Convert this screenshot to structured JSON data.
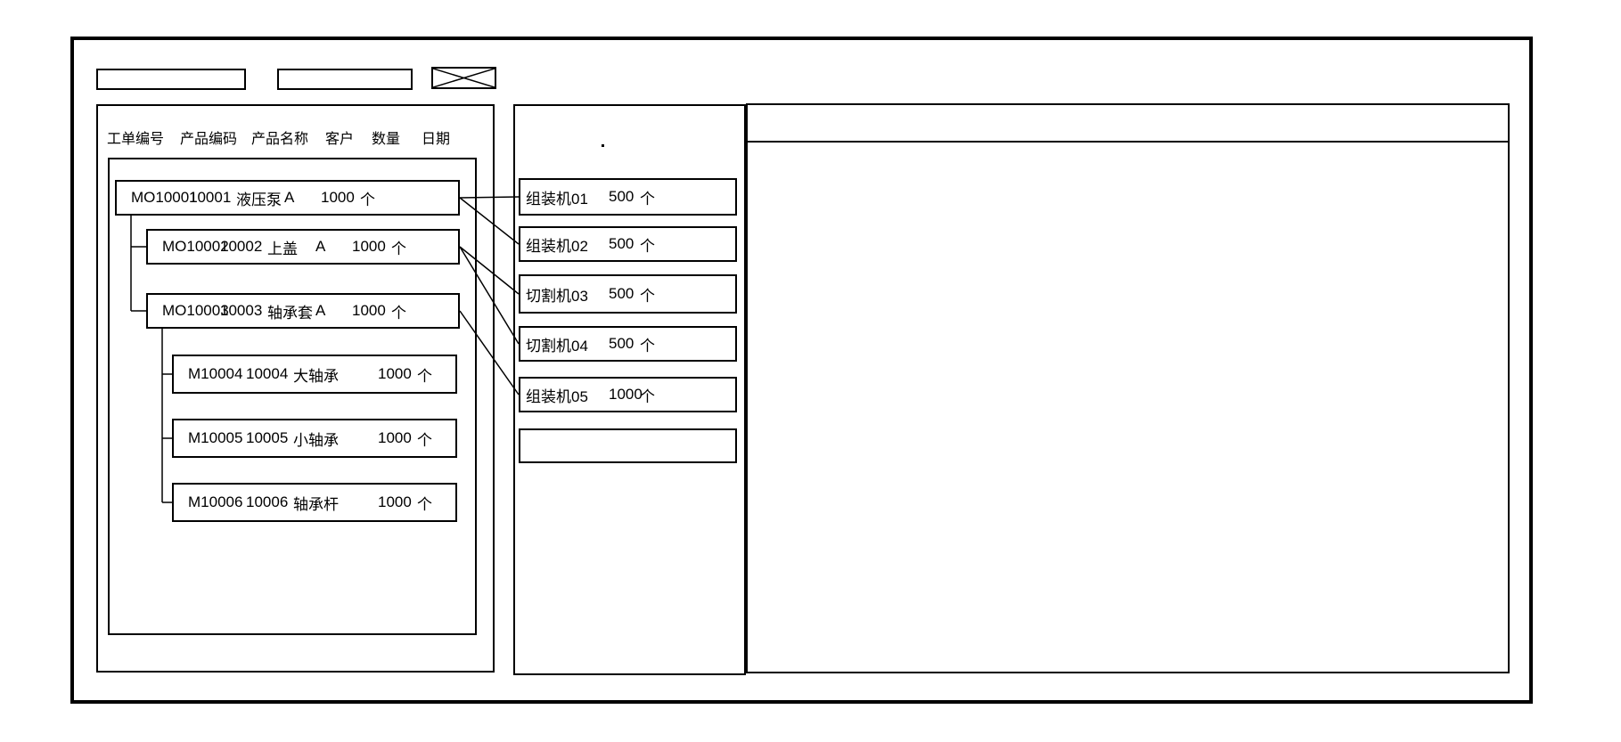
{
  "diagram": {
    "toolbar": {
      "field1_value": "",
      "field2_value": "",
      "close_icon": "crossed-box"
    },
    "work_order_panel": {
      "column_headers": [
        "工单编号",
        "产品编码",
        "产品名称",
        "客户",
        "数量",
        "日期"
      ],
      "work_orders": [
        {
          "order_no": "MO10001",
          "product_code": "10001",
          "product_name": "液压泵",
          "customer": "A",
          "qty": "1000",
          "unit": "个",
          "level": 0
        },
        {
          "order_no": "MO10002",
          "product_code": "10002",
          "product_name": "上盖",
          "customer": "A",
          "qty": "1000",
          "unit": "个",
          "level": 1
        },
        {
          "order_no": "MO10003",
          "product_code": "10003",
          "product_name": "轴承套",
          "customer": "A",
          "qty": "1000",
          "unit": "个",
          "level": 1
        },
        {
          "order_no": "M10004",
          "product_code": "10004",
          "product_name": "大轴承",
          "customer": "",
          "qty": "1000",
          "unit": "个",
          "level": 2
        },
        {
          "order_no": "M10005",
          "product_code": "10005",
          "product_name": "小轴承",
          "customer": "",
          "qty": "1000",
          "unit": "个",
          "level": 2
        },
        {
          "order_no": "M10006",
          "product_code": "10006",
          "product_name": "轴承杆",
          "customer": "",
          "qty": "1000",
          "unit": "个",
          "level": 2
        }
      ]
    },
    "machine_panel": {
      "dot_mark": ".",
      "machines": [
        {
          "name": "组装机01",
          "qty": "500",
          "unit": "个"
        },
        {
          "name": "组装机02",
          "qty": "500",
          "unit": "个"
        },
        {
          "name": "切割机03",
          "qty": "500",
          "unit": "个"
        },
        {
          "name": "切割机04",
          "qty": "500",
          "unit": "个"
        },
        {
          "name": "组装机05",
          "qty": "1000",
          "unit": "个"
        },
        {
          "name": "",
          "qty": "",
          "unit": ""
        }
      ]
    },
    "detail_panel": {
      "header_text": "",
      "body_text": ""
    },
    "links": {
      "order_to_machine": [
        [
          0,
          0
        ],
        [
          0,
          1
        ],
        [
          1,
          2
        ],
        [
          1,
          3
        ],
        [
          2,
          4
        ]
      ],
      "order_hierarchy": [
        {
          "parent": 0,
          "children": [
            1,
            2
          ]
        },
        {
          "parent": 2,
          "children": [
            3,
            4,
            5
          ]
        }
      ]
    },
    "colors": {
      "line": "#000000",
      "background": "#ffffff",
      "text": "#000000"
    }
  }
}
